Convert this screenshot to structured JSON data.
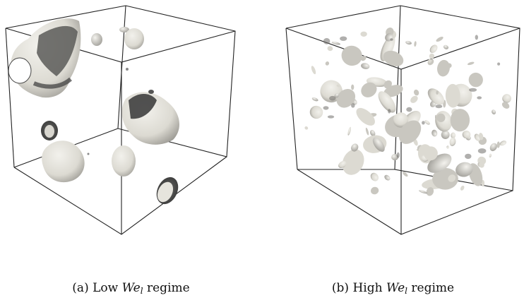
{
  "figure": {
    "panels": [
      {
        "label": "(a)",
        "caption_prefix": "Low",
        "caption_var": "We",
        "caption_sub": "l",
        "caption_suffix": "regime"
      },
      {
        "label": "(b)",
        "caption_prefix": "High",
        "caption_var": "We",
        "caption_sub": "l",
        "caption_suffix": "regime"
      }
    ],
    "colors": {
      "background": "#ffffff",
      "box_edges": "#222222",
      "droplet_light": "#efeee8",
      "droplet_shadow": "#4a4a4a"
    }
  }
}
